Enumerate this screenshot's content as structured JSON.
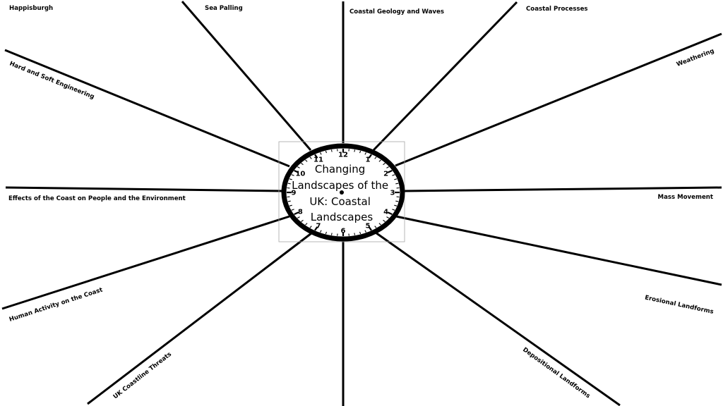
{
  "diagram": {
    "title_lines": [
      "Changing",
      "Landscapes of the",
      "UK: Coastal",
      "Landscapes"
    ],
    "clock_numbers": [
      "12",
      "1",
      "2",
      "3",
      "4",
      "5",
      "6",
      "7",
      "8",
      "9",
      "10",
      "11"
    ],
    "topics": {
      "happisburgh": "Happisburgh",
      "sea_palling": "Sea Palling",
      "coastal_geology": "Coastal Geology and Waves",
      "coastal_processes": "Coastal Processes",
      "weathering": "Weathering",
      "hard_soft": "Hard and Soft Engineering",
      "effects": "Effects of the Coast on People and the Environment",
      "mass_movement": "Mass Movement",
      "human_activity": "Human Activity on the Coast",
      "erosional": "Erosional Landforms",
      "uk_threats": "UK Coastline Threats",
      "depositional": "Depositional Landforms"
    }
  }
}
